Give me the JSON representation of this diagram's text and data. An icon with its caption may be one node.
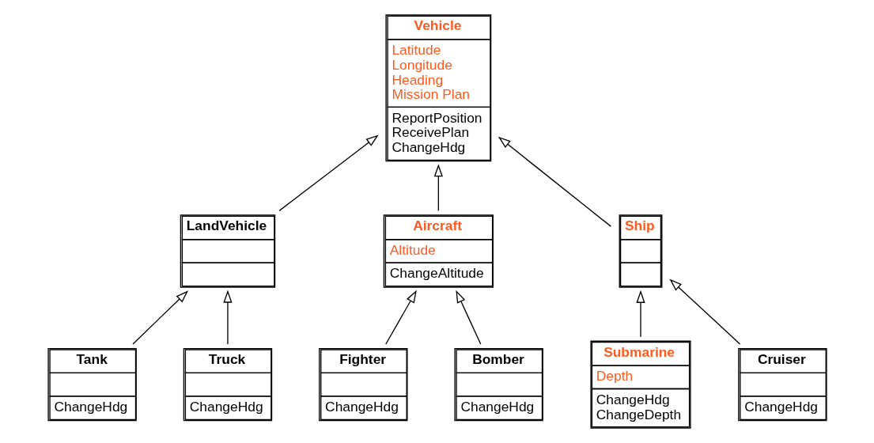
{
  "diagram": {
    "nodes": [
      {
        "text": [
          "Vehicle",
          "Latitude",
          "Longitude",
          "Heading",
          "Mission Plan",
          "ReportPosition",
          "ReceivePlan",
          "ChangeHdg"
        ]
      },
      {
        "text": [
          "LandVehicle"
        ]
      },
      {
        "text": [
          "Aircraft",
          "Altitude",
          "ChangeAltitude"
        ]
      },
      {
        "text": [
          "Ship"
        ]
      },
      {
        "text": [
          "Tank",
          "ChangeHdg"
        ]
      },
      {
        "text": [
          "Truck",
          "ChangeHdg"
        ]
      },
      {
        "text": [
          "Fighter",
          "ChangeHdg"
        ]
      },
      {
        "text": [
          "Bomber",
          "ChangeHdg"
        ]
      },
      {
        "text": [
          "Submarine",
          "Depth",
          "ChangeHdg",
          "ChangeDepth"
        ]
      },
      {
        "text": [
          "Cruiser",
          "ChangeHdg"
        ]
      }
    ],
    "edges": [
      {
        "from": 1,
        "to": 0,
        "arrow": "to"
      },
      {
        "from": 2,
        "to": 0,
        "arrow": "to"
      },
      {
        "from": 3,
        "to": 0,
        "arrow": "to"
      },
      {
        "from": 4,
        "to": 1,
        "arrow": "to"
      },
      {
        "from": 5,
        "to": 1,
        "arrow": "to"
      },
      {
        "from": 6,
        "to": 2,
        "arrow": "to"
      },
      {
        "from": 7,
        "to": 2,
        "arrow": "to"
      },
      {
        "from": 8,
        "to": 3,
        "arrow": "to"
      },
      {
        "from": 9,
        "to": 3,
        "arrow": "to"
      }
    ]
  }
}
